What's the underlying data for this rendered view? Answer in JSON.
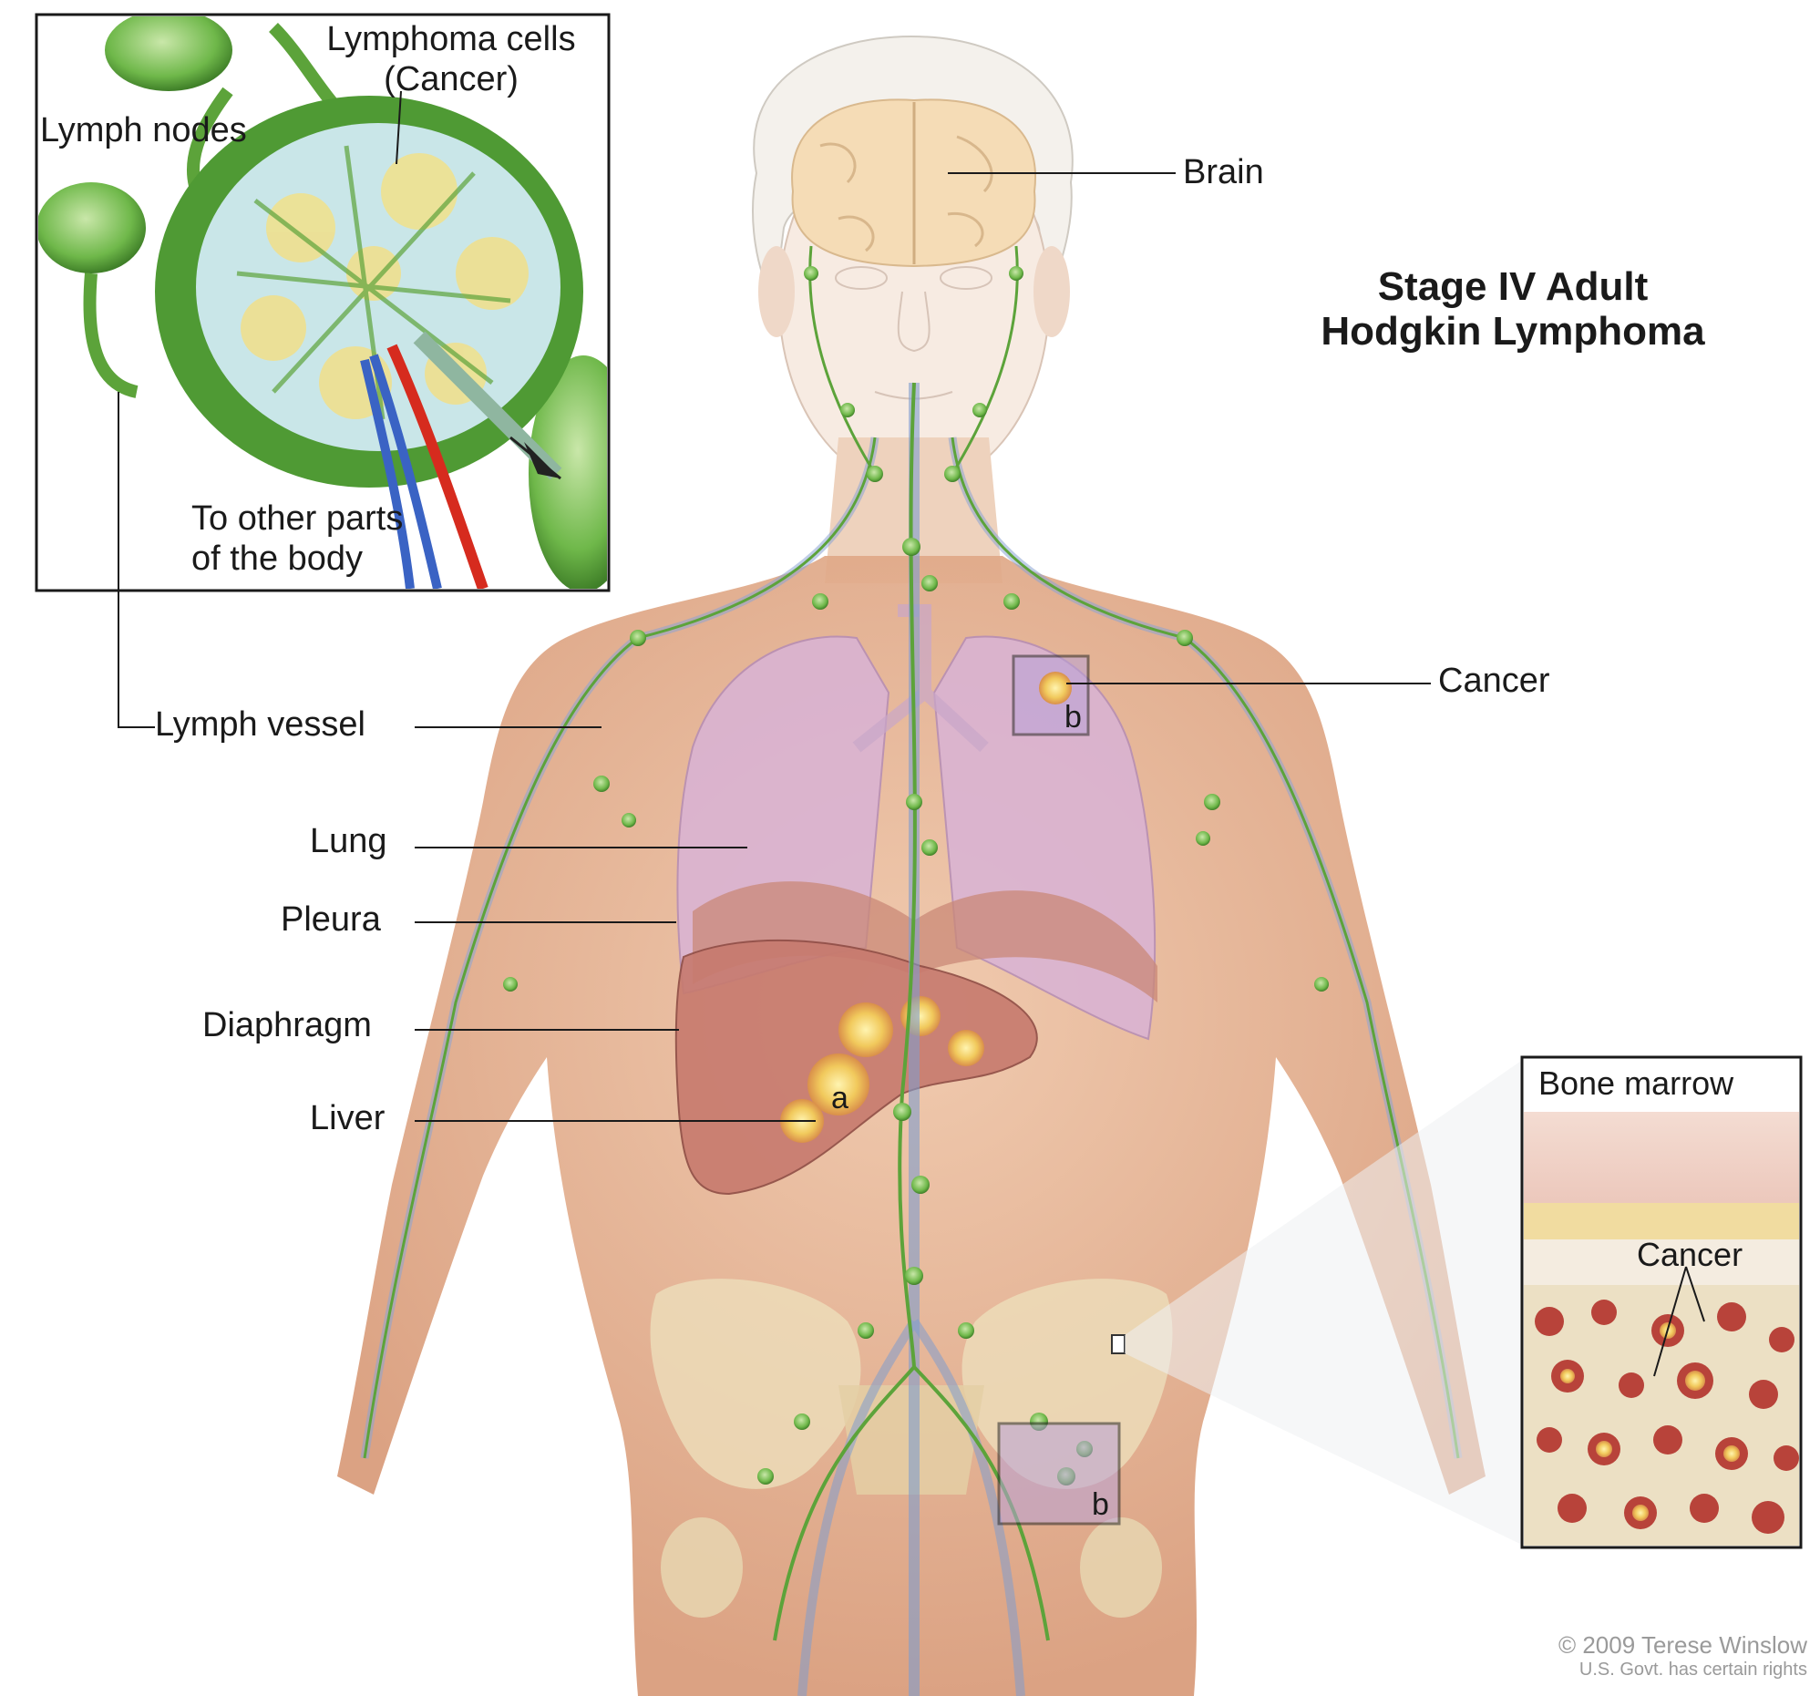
{
  "title": {
    "line1": "Stage IV Adult",
    "line2": "Hodgkin Lymphoma"
  },
  "inset_lymph": {
    "cells_line1": "Lymphoma cells",
    "cells_line2": "(Cancer)",
    "nodes": "Lymph nodes",
    "other_line1": "To other parts",
    "other_line2": "of the body"
  },
  "labels": {
    "brain": "Brain",
    "cancer": "Cancer",
    "lymph_vessel": "Lymph vessel",
    "lung": "Lung",
    "pleura": "Pleura",
    "diaphragm": "Diaphragm",
    "liver": "Liver"
  },
  "markers": {
    "a": "a",
    "b_chest": "b",
    "b_pelvis": "b"
  },
  "inset_marrow": {
    "title": "Bone marrow",
    "cancer": "Cancer"
  },
  "credit": {
    "line1": "© 2009 Terese Winslow",
    "line2": "U.S. Govt. has certain rights"
  },
  "colors": {
    "skin": "#e8b898",
    "lymph_green": "#5ca33a",
    "lung_pink": "#d9b3d6",
    "liver_red": "#c77a6e",
    "bone": "#ecdcb8",
    "cancer_yellow": "#f3d36a",
    "marrow_red": "#b8433a"
  }
}
